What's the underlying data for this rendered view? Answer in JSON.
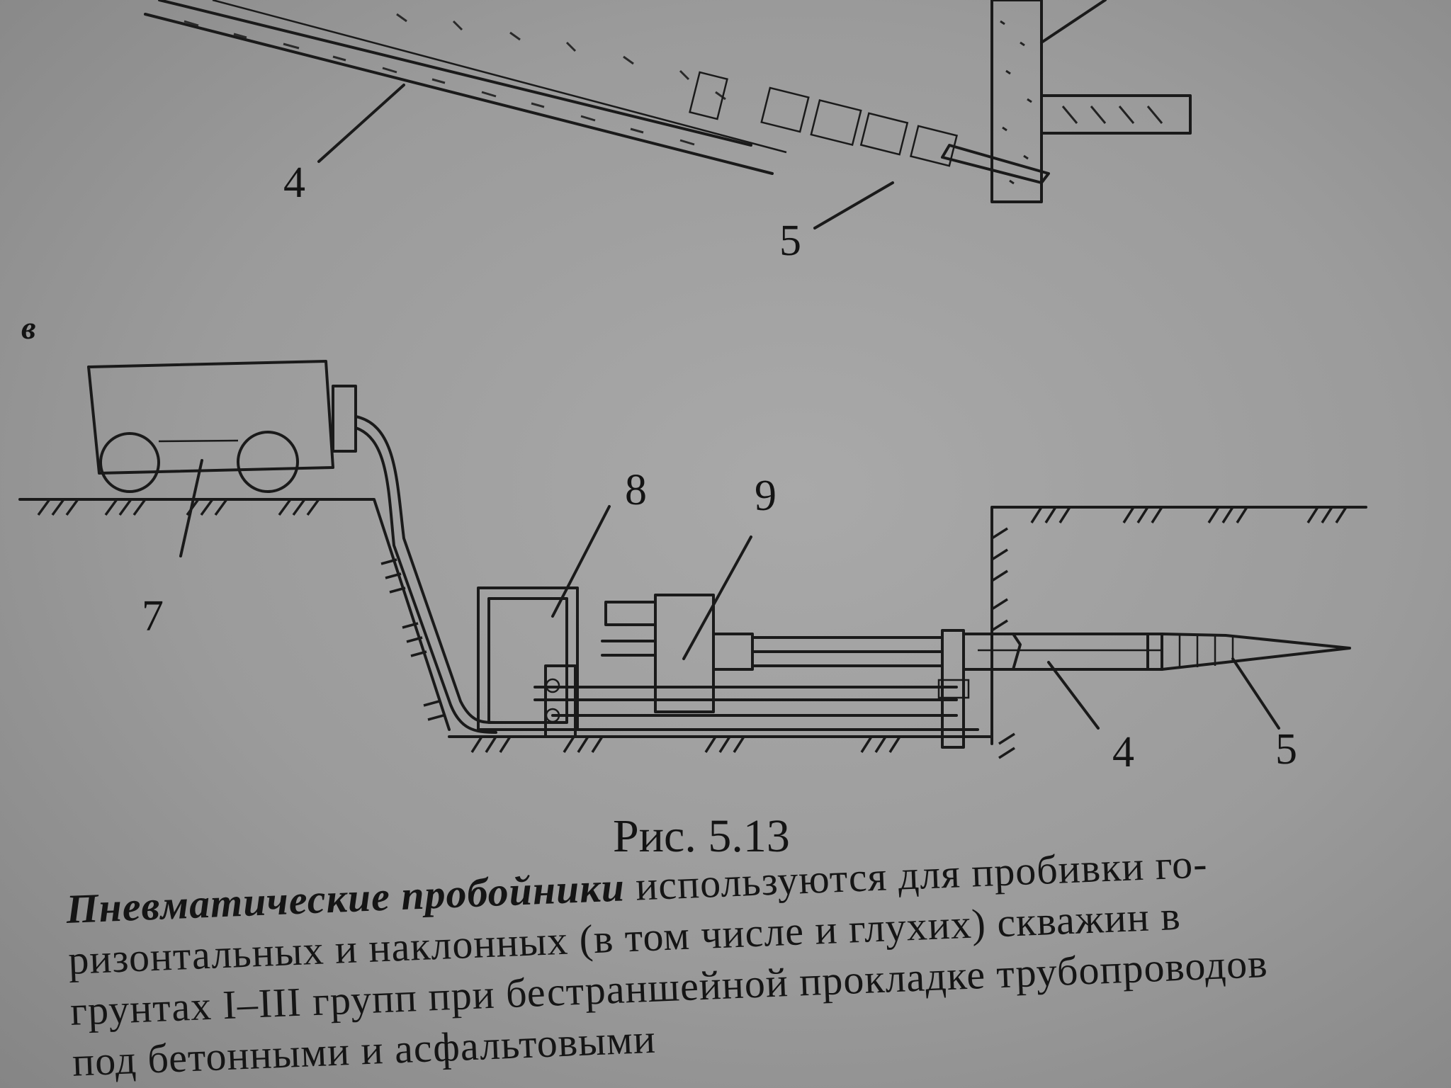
{
  "figure": {
    "pane_label": "в",
    "caption": "Рис. 5.13",
    "callouts": {
      "top_4": "4",
      "top_5": "5",
      "truck_7": "7",
      "frame_8": "8",
      "jack_9": "9",
      "pipe_4": "4",
      "cone_5": "5"
    }
  },
  "body": {
    "line1_italic": "Пневматические пробойники",
    "line1_rest": " используются для пробивки го-",
    "line2": "ризонтальных и наклонных (в том числе и глухих) скважин в",
    "line3": "грунтах I–III групп при бестраншейной прокладке трубопроводов",
    "line4": "под бетонными и асфальтовыми"
  }
}
